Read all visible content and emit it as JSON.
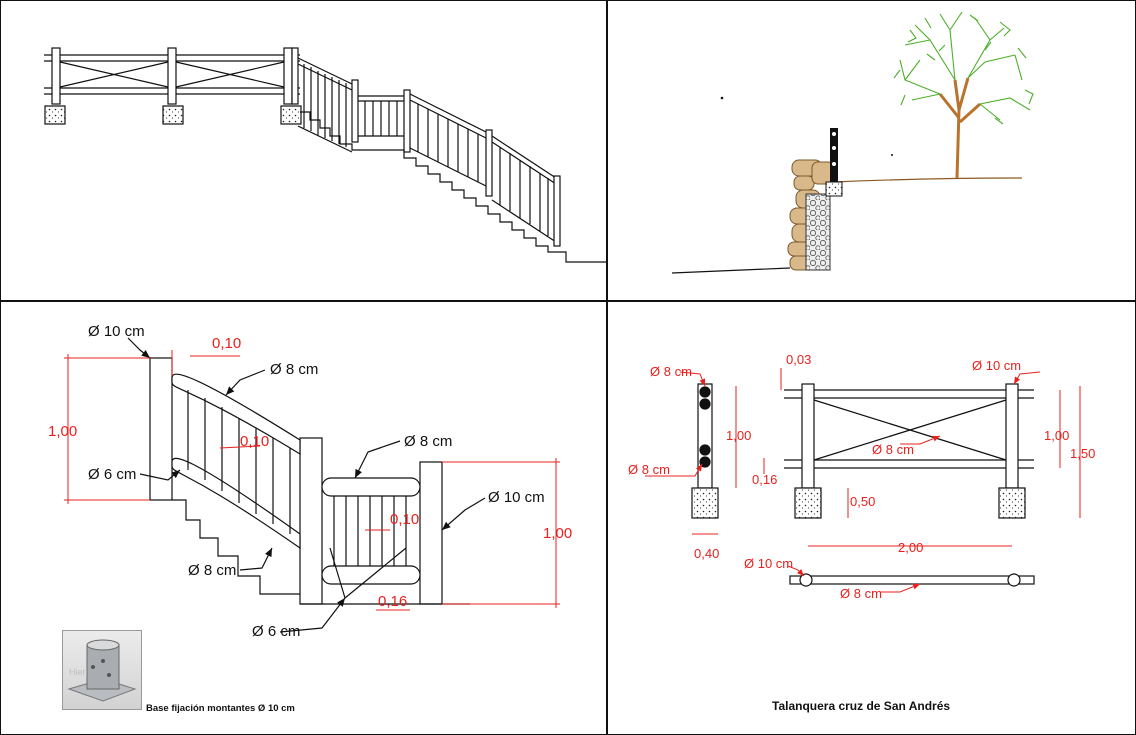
{
  "callouts": {
    "phi10_tl": "Ø 10 cm",
    "phi8_top": "Ø 8 cm",
    "phi6_left": "Ø 6 cm",
    "phi8_mid": "Ø 8 cm",
    "phi10_right": "Ø 10 cm",
    "phi8_bottom": "Ø 8 cm",
    "phi6_bottom": "Ø 6 cm"
  },
  "dims_detail": {
    "d010_top": "0,10",
    "d100_left": "1,00",
    "d010_mid": "0,10",
    "d010_right": "0,10",
    "d016": "0,16",
    "d100_right": "1,00"
  },
  "talanquera": {
    "phi8_post_top": "Ø 8 cm",
    "phi8_post_bottom": "Ø 8 cm",
    "d100_post": "1,00",
    "d040": "0,40",
    "d003": "0,03",
    "phi10_top": "Ø 10 cm",
    "phi8_cross": "Ø 8 cm",
    "d100": "1,00",
    "d150": "1,50",
    "d016": "0,16",
    "d050": "0,50",
    "d200": "2,00",
    "phi10_plan": "Ø 10 cm",
    "phi8_plan": "Ø 8 cm",
    "title": "Talanquera cruz de San Andrés"
  },
  "base": {
    "caption": "Base fijación montantes Ø 10 cm",
    "watermark": "Hierros"
  },
  "colors": {
    "line": "#111111",
    "dimension": "#e8211e",
    "tree": "#4caf2a",
    "trunk": "#b8742e",
    "stone": "#d9b98a"
  }
}
